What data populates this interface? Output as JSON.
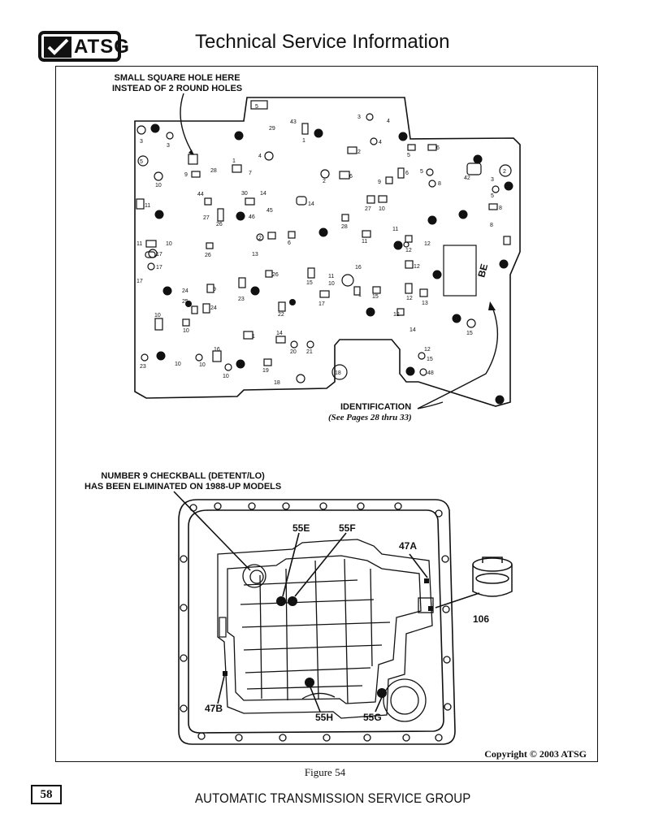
{
  "header": {
    "logo_text": "ATSG",
    "title": "Technical Service Information"
  },
  "figure1": {
    "callout_top": [
      "SMALL SQUARE HOLE HERE",
      "INSTEAD OF 2 ROUND HOLES"
    ],
    "callout_id": "IDENTIFICATION",
    "callout_id_sub": "(See Pages 28 thru 33)",
    "id_stamp": "BE"
  },
  "figure2": {
    "callout": [
      "NUMBER 9 CHECKBALL (DETENT/LO)",
      "HAS BEEN ELIMINATED ON 1988-UP MODELS"
    ],
    "labels": {
      "e55": "55E",
      "f55": "55F",
      "a47": "47A",
      "n106": "106",
      "b47": "47B",
      "h55": "55H",
      "g55": "55G"
    }
  },
  "copyright": "Copyright © 2003 ATSG",
  "figure_caption": "Figure 54",
  "page_number": "58",
  "footer": "AUTOMATIC TRANSMISSION SERVICE GROUP"
}
